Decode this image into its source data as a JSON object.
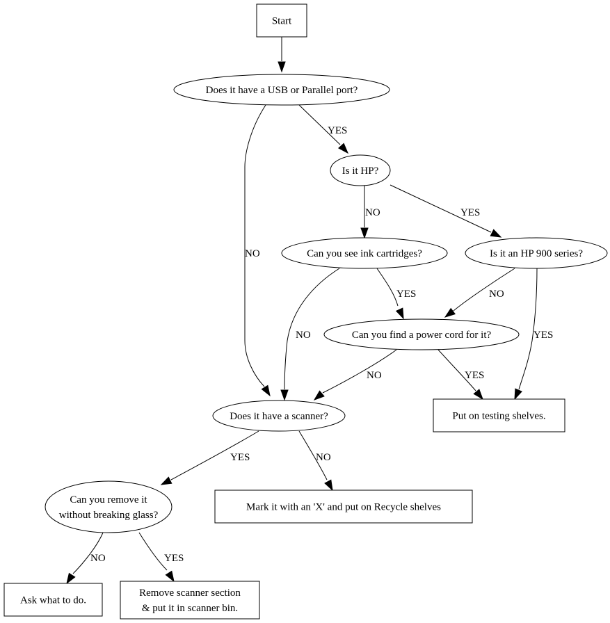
{
  "title": "Printer triage flowchart",
  "colors": {
    "stroke": "#000000",
    "background": "#ffffff",
    "text": "#000000"
  },
  "nodes": {
    "start": {
      "shape": "box",
      "lines": [
        "Start"
      ]
    },
    "usb_port": {
      "shape": "ellipse",
      "lines": [
        "Does it have a USB or Parallel port?"
      ]
    },
    "is_hp": {
      "shape": "ellipse",
      "lines": [
        "Is it HP?"
      ]
    },
    "ink_cartridges": {
      "shape": "ellipse",
      "lines": [
        "Can you see ink cartridges?"
      ]
    },
    "hp_900": {
      "shape": "ellipse",
      "lines": [
        "Is it an HP 900 series?"
      ]
    },
    "power_cord": {
      "shape": "ellipse",
      "lines": [
        "Can you find a power cord for it?"
      ]
    },
    "scanner": {
      "shape": "ellipse",
      "lines": [
        "Does it have a scanner?"
      ]
    },
    "testing_shelves": {
      "shape": "box",
      "lines": [
        "Put on testing shelves."
      ]
    },
    "remove_glass": {
      "shape": "ellipse",
      "lines": [
        "Can you remove it",
        "without breaking glass?"
      ]
    },
    "recycle": {
      "shape": "box",
      "lines": [
        "Mark it with an 'X' and put on Recycle shelves"
      ]
    },
    "ask": {
      "shape": "box",
      "lines": [
        "Ask what to do."
      ]
    },
    "scanner_bin": {
      "shape": "box",
      "lines": [
        "Remove scanner section",
        "& put it in scanner bin."
      ]
    }
  },
  "edges": [
    {
      "from": "start",
      "to": "usb_port",
      "label": ""
    },
    {
      "from": "usb_port",
      "to": "scanner",
      "label": "NO"
    },
    {
      "from": "usb_port",
      "to": "is_hp",
      "label": "YES"
    },
    {
      "from": "is_hp",
      "to": "ink_cartridges",
      "label": "NO"
    },
    {
      "from": "is_hp",
      "to": "hp_900",
      "label": "YES"
    },
    {
      "from": "ink_cartridges",
      "to": "scanner",
      "label": "NO"
    },
    {
      "from": "ink_cartridges",
      "to": "power_cord",
      "label": "YES"
    },
    {
      "from": "hp_900",
      "to": "power_cord",
      "label": "NO"
    },
    {
      "from": "hp_900",
      "to": "testing_shelves",
      "label": "YES"
    },
    {
      "from": "power_cord",
      "to": "scanner",
      "label": "NO"
    },
    {
      "from": "power_cord",
      "to": "testing_shelves",
      "label": "YES"
    },
    {
      "from": "scanner",
      "to": "remove_glass",
      "label": "YES"
    },
    {
      "from": "scanner",
      "to": "recycle",
      "label": "NO"
    },
    {
      "from": "remove_glass",
      "to": "ask",
      "label": "NO"
    },
    {
      "from": "remove_glass",
      "to": "scanner_bin",
      "label": "YES"
    }
  ]
}
